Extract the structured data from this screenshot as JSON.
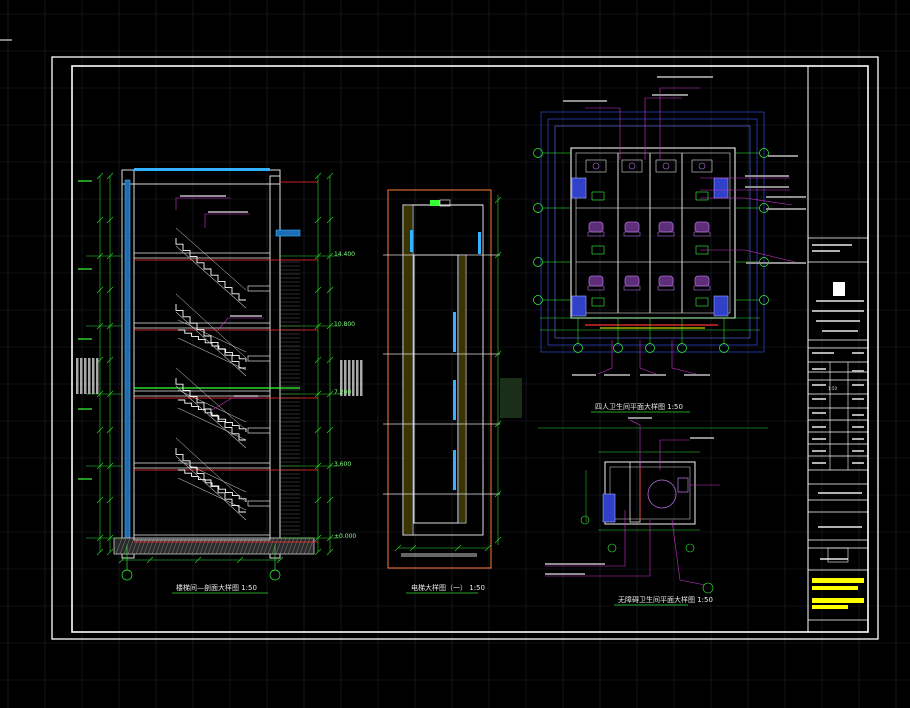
{
  "colors": {
    "background": "#000000",
    "grid": "#262a36",
    "frame": "#ffffff",
    "wall": "#dcdcdc",
    "dimension": "#2fd82f",
    "axis": "#35ff35",
    "level_line": "#ff3030",
    "glass": "#33b3ff",
    "leader": "#cc33cc",
    "fixture": "#b06cd6",
    "title_highlight": "#ffff00"
  },
  "views": {
    "stair_section": {
      "caption": "楼梯间—剖面大样图 1:50",
      "levels": [
        "±0.000",
        "3.600",
        "7.200",
        "10.800",
        "14.400"
      ]
    },
    "shaft_section": {
      "caption": "电梯大样图（一） 1:50"
    },
    "toilet_plan": {
      "caption": "四人卫生间平面大样图 1:50"
    },
    "accessible_toilet_plan": {
      "caption": "无障碍卫生间平面大样图 1:50"
    }
  },
  "title_block": {
    "scale_ratio": "1:50"
  }
}
